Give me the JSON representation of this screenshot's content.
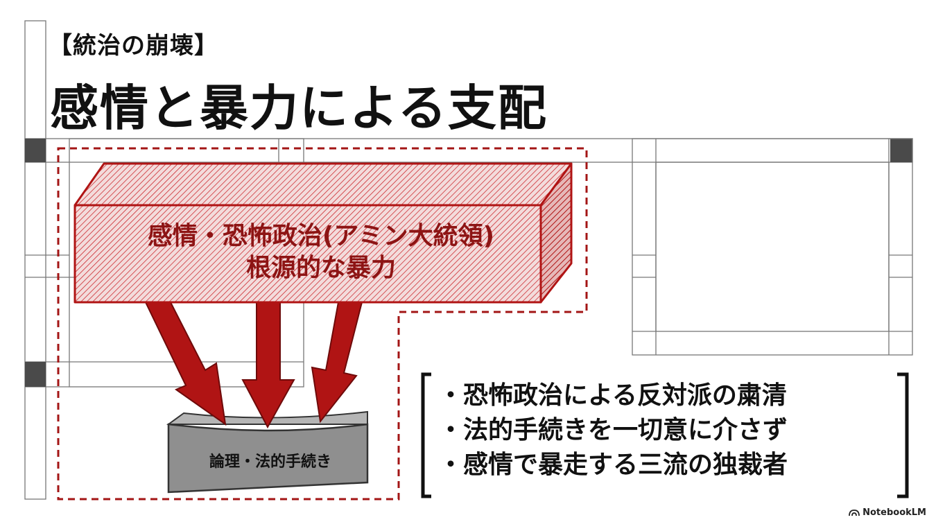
{
  "header": {
    "subtitle": "【統治の崩壊】",
    "title": "感情と暴力による支配"
  },
  "diagram": {
    "beam_line1": "感情・恐怖政治(アミン大統領)",
    "beam_line2": "根源的な暴力",
    "base_label": "論理・法的手続き"
  },
  "bullets": [
    "・恐怖政治による反対派の粛清",
    "・法的手続きを一切意に介さず",
    "・感情で暴走する三流の独裁者"
  ],
  "branding": {
    "name": "NotebookLM",
    "icon": "notebooklm-logo-icon"
  },
  "colors": {
    "beam_red": "#c8161c",
    "dark_red": "#8d1414",
    "dashed_border": "#a31515",
    "base_gray": "#8f8f8f"
  }
}
